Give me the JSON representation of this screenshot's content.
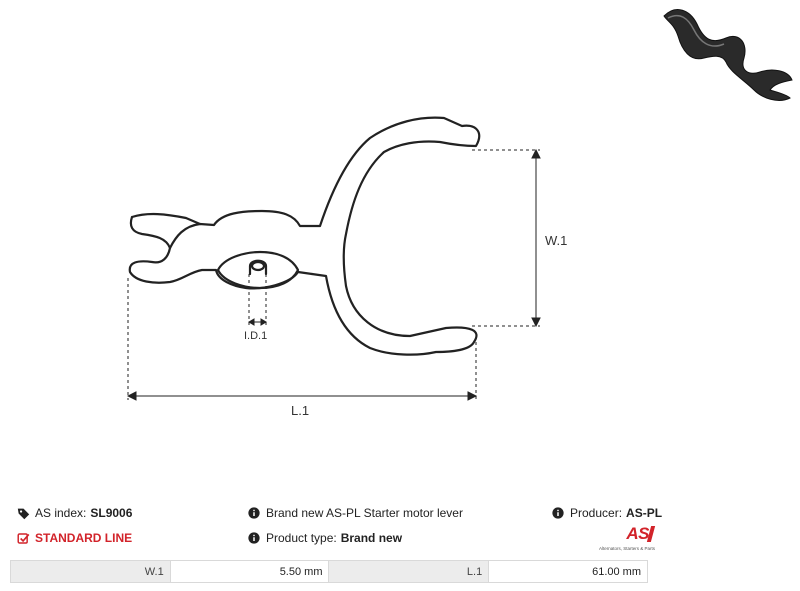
{
  "drawing": {
    "labels": {
      "width": "W.1",
      "inner_diameter": "I.D.1",
      "length": "L.1"
    }
  },
  "info": {
    "as_index_label": "AS index:",
    "as_index_value": "SL9006",
    "line_label": "STANDARD LINE",
    "description": "Brand new AS-PL Starter motor lever",
    "product_type_label": "Product type:",
    "product_type_value": "Brand new",
    "producer_label": "Producer:",
    "producer_value": "AS-PL"
  },
  "logo": {
    "brand": "AS",
    "tagline": "Alternators, Starters & Parts"
  },
  "dimensions": [
    {
      "label": "W.1",
      "value": "5.50 mm"
    },
    {
      "label": "L.1",
      "value": "61.00 mm"
    }
  ],
  "colors": {
    "accent": "#d2232a",
    "table_label_bg": "#ececec",
    "table_border": "#d9d9d9",
    "line": "#222222"
  },
  "icons": {
    "tag": "tag-icon",
    "info": "info-icon",
    "check": "check-square-icon"
  }
}
